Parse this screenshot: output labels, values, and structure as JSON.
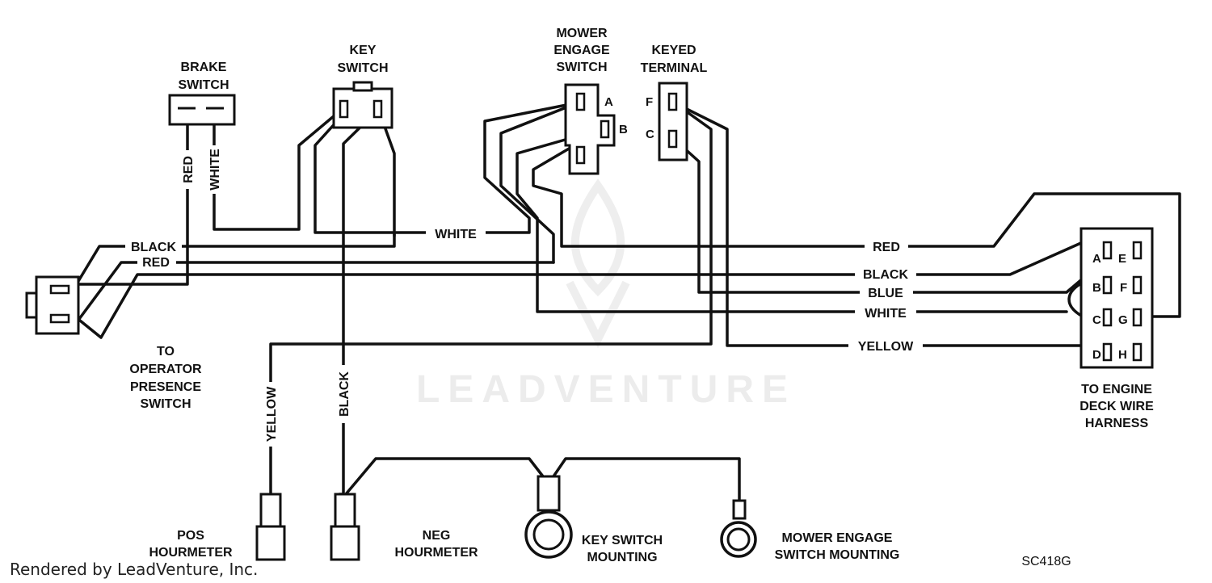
{
  "components": {
    "brake_switch": [
      "BRAKE",
      "SWITCH"
    ],
    "key_switch": [
      "KEY",
      "SWITCH"
    ],
    "mower_engage_switch": [
      "MOWER",
      "ENGAGE",
      "SWITCH"
    ],
    "keyed_terminal": [
      "KEYED",
      "TERMINAL"
    ],
    "operator_presence": [
      "TO",
      "OPERATOR",
      "PRESENCE",
      "SWITCH"
    ],
    "engine_deck_harness": [
      "TO ENGINE",
      "DECK WIRE",
      "HARNESS"
    ],
    "pos_hourmeter": [
      "POS",
      "HOURMETER"
    ],
    "neg_hourmeter": [
      "NEG",
      "HOURMETER"
    ],
    "key_switch_mounting": [
      "KEY SWITCH",
      "MOUNTING"
    ],
    "mower_engage_switch_mounting": [
      "MOWER ENGAGE",
      "SWITCH MOUNTING"
    ]
  },
  "pins": {
    "mower_engage": [
      "A",
      "B"
    ],
    "keyed_terminal": [
      "F",
      "C"
    ],
    "harness_left": [
      "A",
      "B",
      "C",
      "D"
    ],
    "harness_right": [
      "E",
      "F",
      "G",
      "H"
    ]
  },
  "wire_labels": {
    "brake_red": "RED",
    "brake_white": "WHITE",
    "black_top": "BLACK",
    "red_top": "RED",
    "white_mid": "WHITE",
    "red_right": "RED",
    "black_right": "BLACK",
    "blue_right": "BLUE",
    "white_right": "WHITE",
    "yellow_right": "YELLOW",
    "yellow_vertical": "YELLOW",
    "black_vertical": "BLACK"
  },
  "watermark": "LEADVENTURE",
  "diagram_code": "SC418G",
  "credit": "Rendered by LeadVenture, Inc."
}
